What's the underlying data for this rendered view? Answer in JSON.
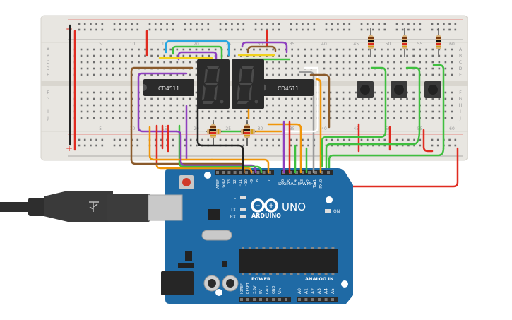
{
  "breadboard": {
    "row_letters_top": [
      "A",
      "B",
      "C",
      "D",
      "E"
    ],
    "row_letters_bottom": [
      "F",
      "G",
      "H",
      "I",
      "J"
    ],
    "column_numbers": [
      "5",
      "10",
      "15",
      "20",
      "25",
      "30",
      "35",
      "40",
      "45",
      "50",
      "55",
      "60"
    ],
    "rail_plus": "+",
    "rail_minus": "−"
  },
  "chips": [
    {
      "label": "CD4511"
    },
    {
      "label": "CD4511"
    }
  ],
  "displays": [
    {
      "digit": "8."
    },
    {
      "digit": "8."
    }
  ],
  "arduino": {
    "logo_text": "ARDUINO",
    "model": "UNO",
    "power_label": "POWER",
    "analog_label": "ANALOG IN",
    "digital_label": "DIGITAL (PWM~)",
    "on_label": "ON",
    "led_labels": [
      "L",
      "TX",
      "RX"
    ],
    "top_header_labels": [
      "AREF",
      "GND",
      "13",
      "12",
      "~11",
      "~10",
      "~9",
      "8",
      "7",
      "~6",
      "~5",
      "4",
      "~3",
      "2",
      "TX▸1",
      "RX◂0"
    ],
    "power_header_labels": [
      "IOREF",
      "RESET",
      "3.3V",
      "5V",
      "GND",
      "GND",
      "Vin"
    ],
    "analog_header_labels": [
      "A0",
      "A1",
      "A2",
      "A3",
      "A4",
      "A5"
    ]
  },
  "colors": {
    "breadboard": "#e8e6e1",
    "board": "#1f6aa5",
    "wire_red": "#e02b20",
    "wire_green": "#3fbf3f",
    "wire_orange": "#f0960a",
    "wire_purple": "#8e3fbf",
    "wire_blue": "#2aa7e0",
    "wire_brown": "#8a5a2b",
    "wire_yellow": "#f2d21b",
    "wire_gray": "#9a9a9a",
    "wire_white": "#ffffff",
    "wire_black": "#222222"
  }
}
